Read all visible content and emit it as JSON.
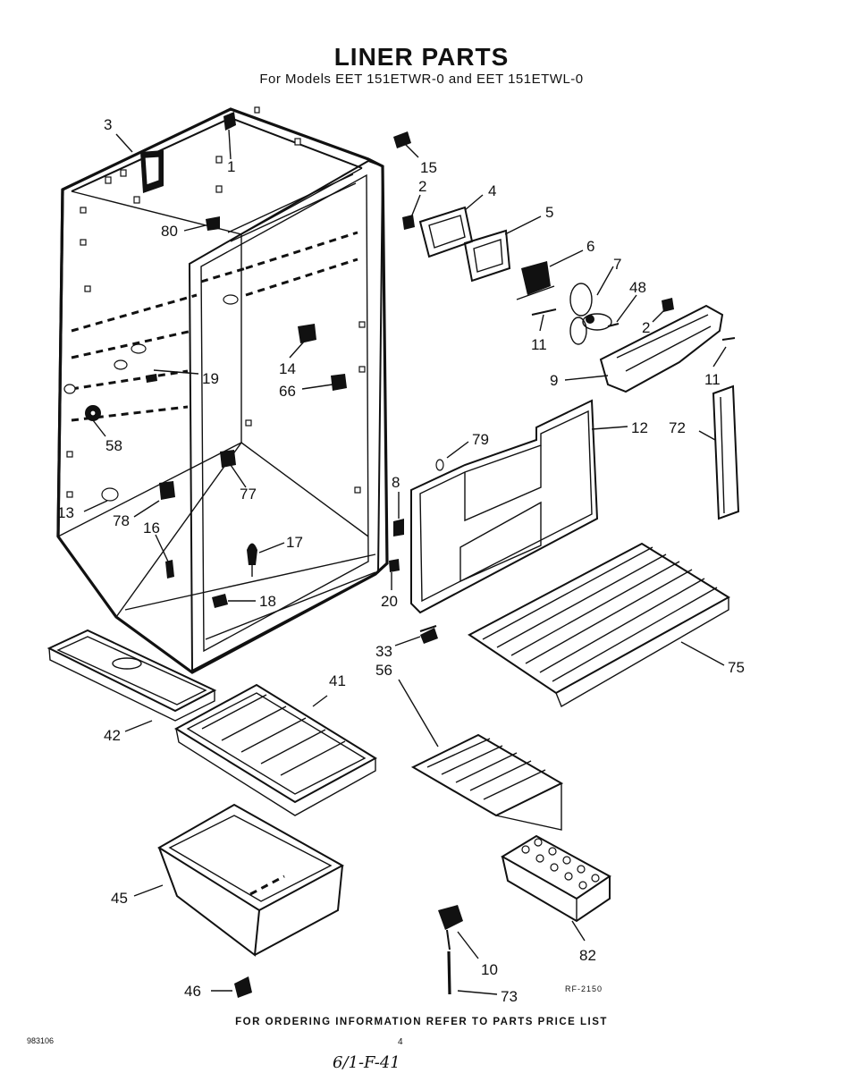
{
  "title": "LINER PARTS",
  "subtitle": "For Models EET 151ETWR-0 and EET 151ETWL-0",
  "footer": "FOR ORDERING INFORMATION REFER TO PARTS PRICE LIST",
  "page_number": "4",
  "doc_number": "983106",
  "reference_code": "RF-2150",
  "handwritten_note": "6/1-F-41",
  "part_labels": [
    "3",
    "1",
    "80",
    "15",
    "2",
    "4",
    "5",
    "6",
    "7",
    "48",
    "2",
    "11",
    "9",
    "11",
    "19",
    "14",
    "66",
    "58",
    "12",
    "72",
    "79",
    "8",
    "77",
    "13",
    "78",
    "16",
    "17",
    "18",
    "20",
    "33",
    "56",
    "75",
    "41",
    "42",
    "45",
    "46",
    "82",
    "10",
    "73"
  ]
}
